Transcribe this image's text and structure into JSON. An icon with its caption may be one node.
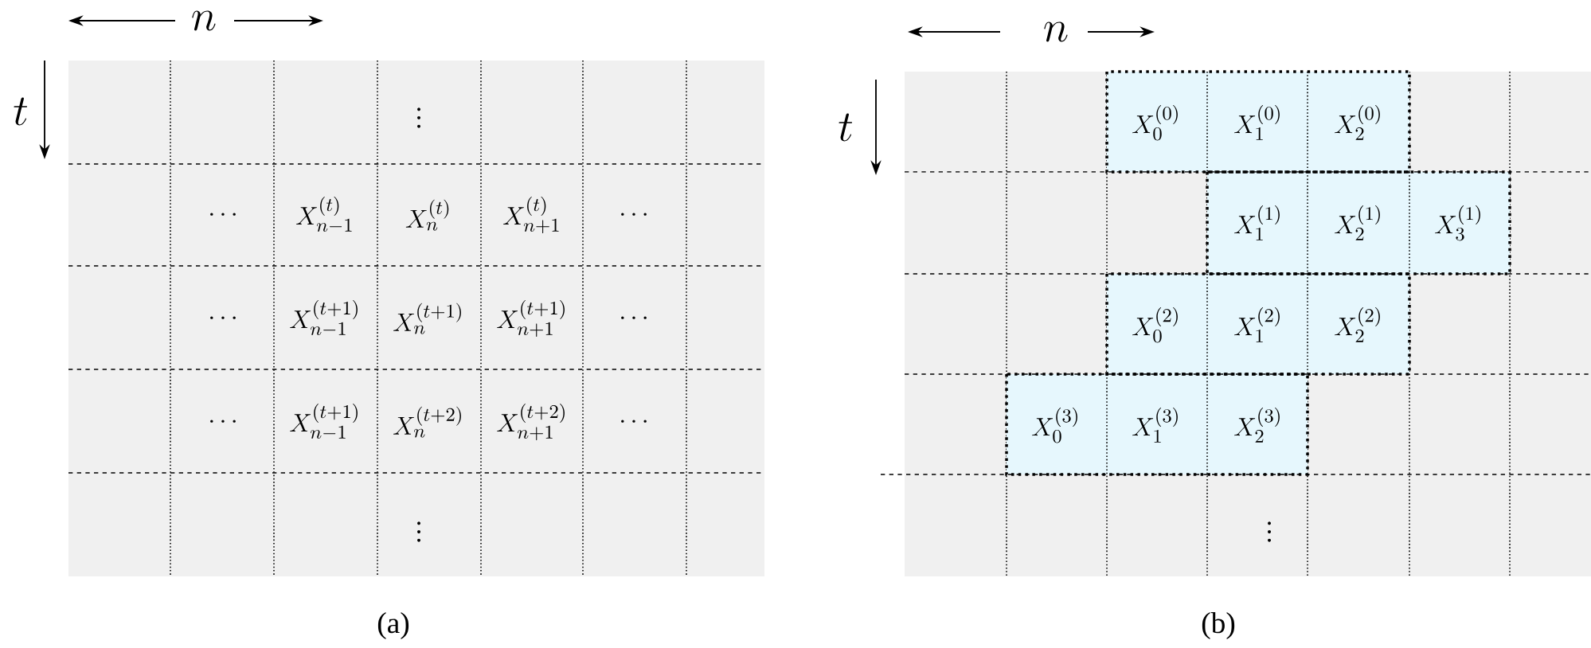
{
  "diagram": {
    "labels": [
      "n",
      "t",
      "\\vdots",
      "\\cdots",
      "X_{n-1}^{(t)}",
      "X_{n}^{(t)}",
      "X_{n+1}^{(t)}",
      "\\cdots",
      "\\cdots",
      "X_{n-1}^{(t+1)}",
      "X_{n}^{(t+1)}",
      "X_{n+1}^{(t+1)}",
      "\\cdots",
      "\\cdots",
      "X_{n-1}^{(t+1)}",
      "X_{n}^{(t+2)}",
      "X_{n+1}^{(t+2)}",
      "\\cdots",
      "\\vdots",
      "(a)",
      "n",
      "t",
      "X_{0}^{(0)}",
      "X_{1}^{(0)}",
      "X_{2}^{(0)}",
      "X_{1}^{(1)}",
      "X_{2}^{(1)}",
      "X_{3}^{(1)}",
      "X_{0}^{(2)}",
      "X_{1}^{(2)}",
      "X_{2}^{(2)}",
      "X_{0}^{(3)}",
      "X_{1}^{(3)}",
      "X_{2}^{(3)}",
      "\\vdots",
      "(b)"
    ]
  }
}
